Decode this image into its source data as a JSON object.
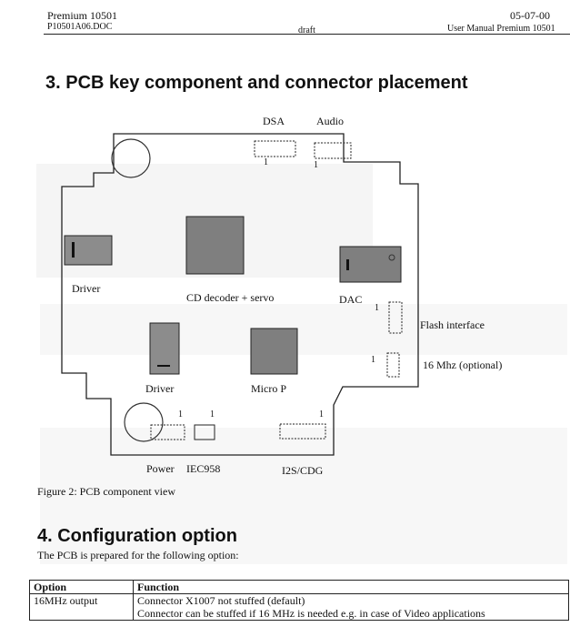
{
  "header": {
    "product": "Premium 10501",
    "file": "P10501A06.DOC",
    "status": "draft",
    "date": "05-07-00",
    "manual": "User Manual Premium 10501"
  },
  "section3": {
    "title": "3. PCB key component and connector placement"
  },
  "pcb_labels": {
    "dsa": "DSA",
    "audio": "Audio",
    "driver_left": "Driver",
    "cd_decoder": "CD decoder + servo",
    "dac": "DAC",
    "flash": "Flash interface",
    "mhz16": "16 Mhz (optional)",
    "driver_bottom": "Driver",
    "micro": "Micro P",
    "power": "Power",
    "iec": "IEC958",
    "i2s": "I2S/CDG",
    "pin1": "1"
  },
  "figure_caption": "Figure 2: PCB component view",
  "section4": {
    "title": "4. Configuration option",
    "intro": "The PCB is prepared for the following option:"
  },
  "config_table": {
    "headers": [
      "Option",
      "Function"
    ],
    "rows": [
      {
        "option": "16MHz output",
        "function_lines": [
          "Connector X1007 not stuffed (default)",
          "Connector can be stuffed if 16 MHz is needed e.g. in case of Video applications"
        ]
      }
    ]
  }
}
